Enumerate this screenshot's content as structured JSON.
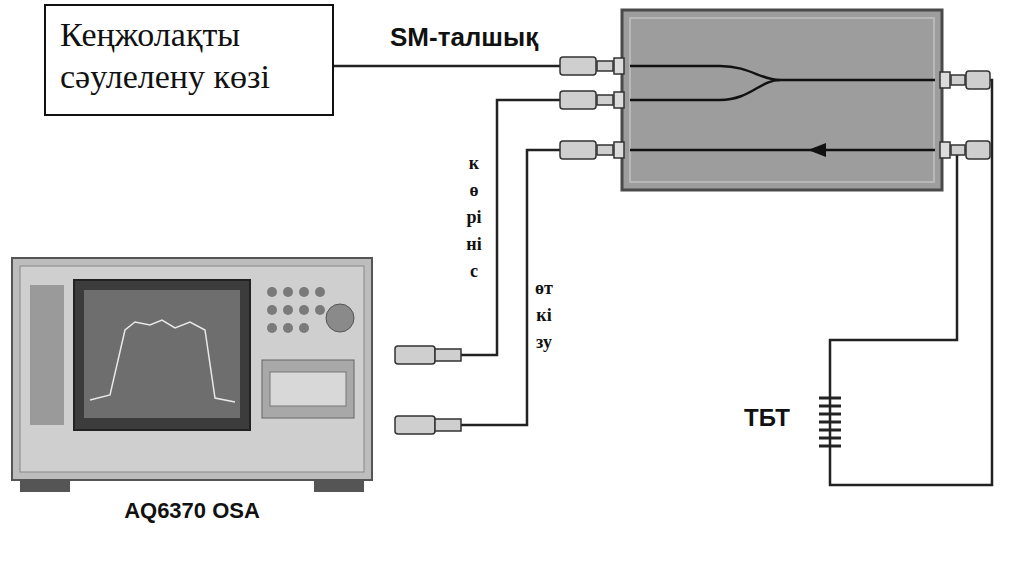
{
  "diagram": {
    "nodes": [
      {
        "text": [
          "Кеңжолақты сәулелену көзі"
        ]
      },
      {
        "text": [
          "AQ6370 OSA"
        ]
      }
    ],
    "labels": [
      "SM-талшық",
      "көрініс",
      "өткізу",
      "ТБТ"
    ]
  }
}
